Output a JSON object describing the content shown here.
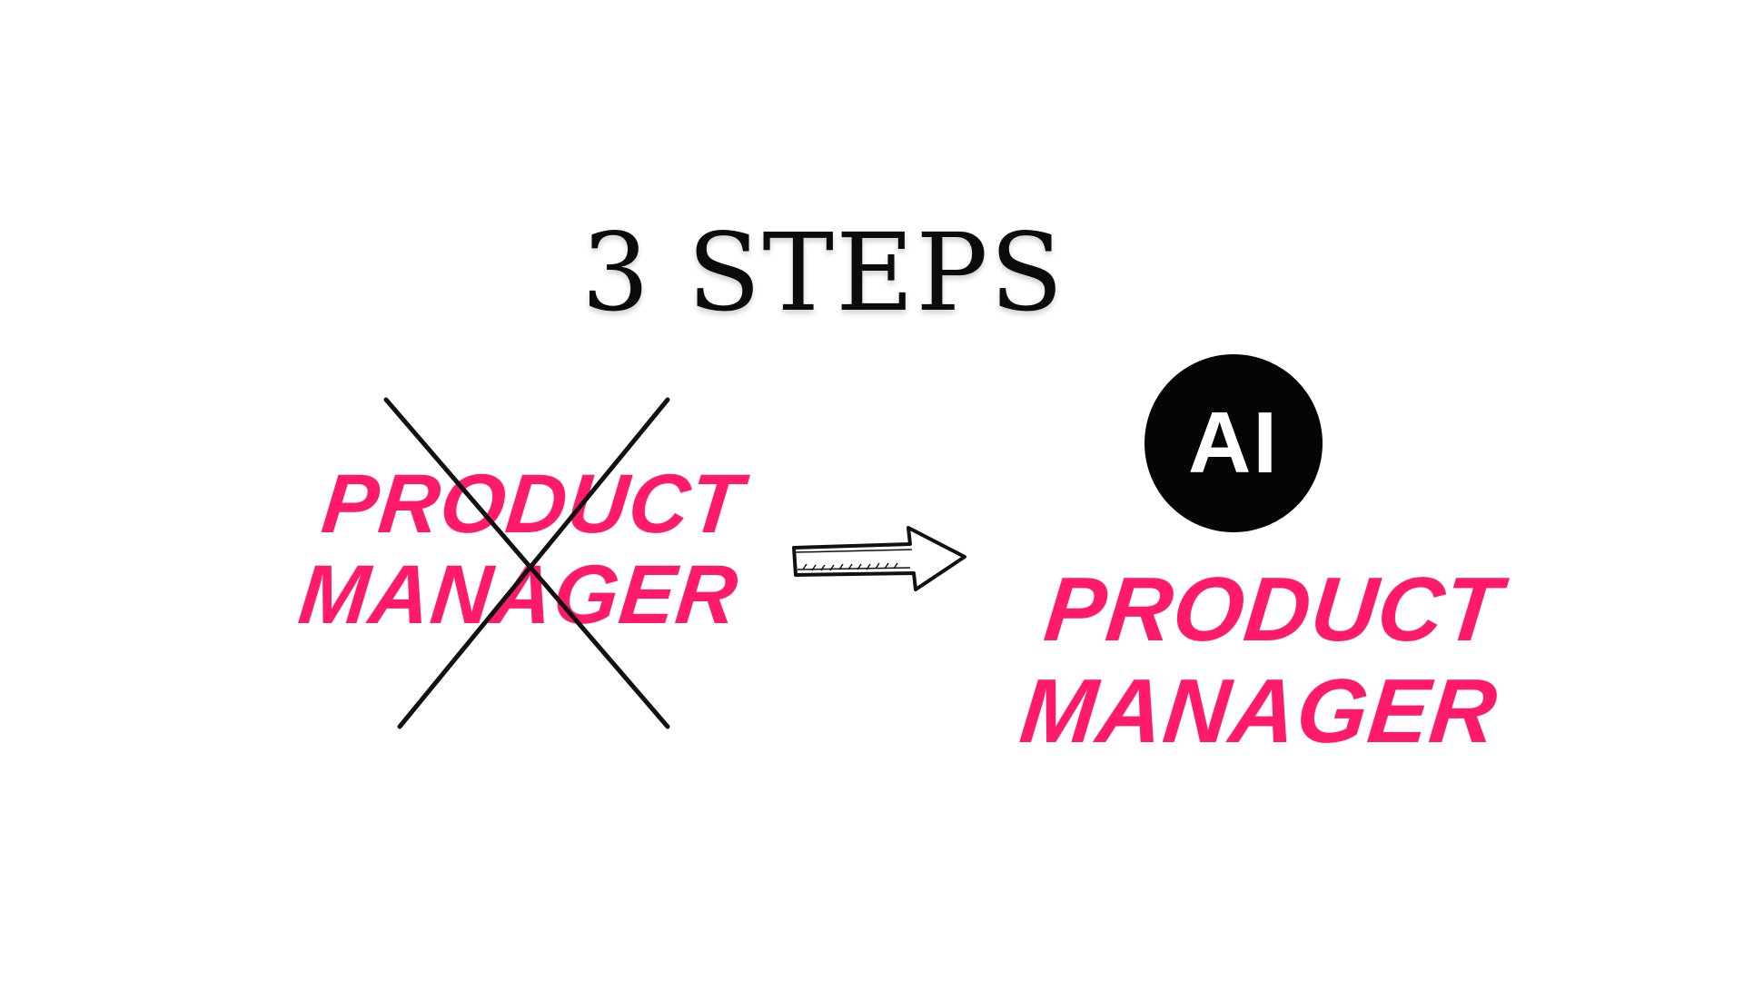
{
  "headline": "3 STEPS",
  "old_role": {
    "line1": "PRODUCT",
    "line2": "MANAGER",
    "crossed_out": true
  },
  "new_role": {
    "badge": "AI",
    "line1": "PRODUCT",
    "line2": "MANAGER"
  },
  "colors": {
    "accent": "#ff1a6b",
    "text": "#0b0b0b",
    "badge_bg": "#050505",
    "background": "#ffffff"
  },
  "icons": [
    "cross-mark-icon",
    "arrow-right-icon",
    "ai-badge-icon"
  ]
}
